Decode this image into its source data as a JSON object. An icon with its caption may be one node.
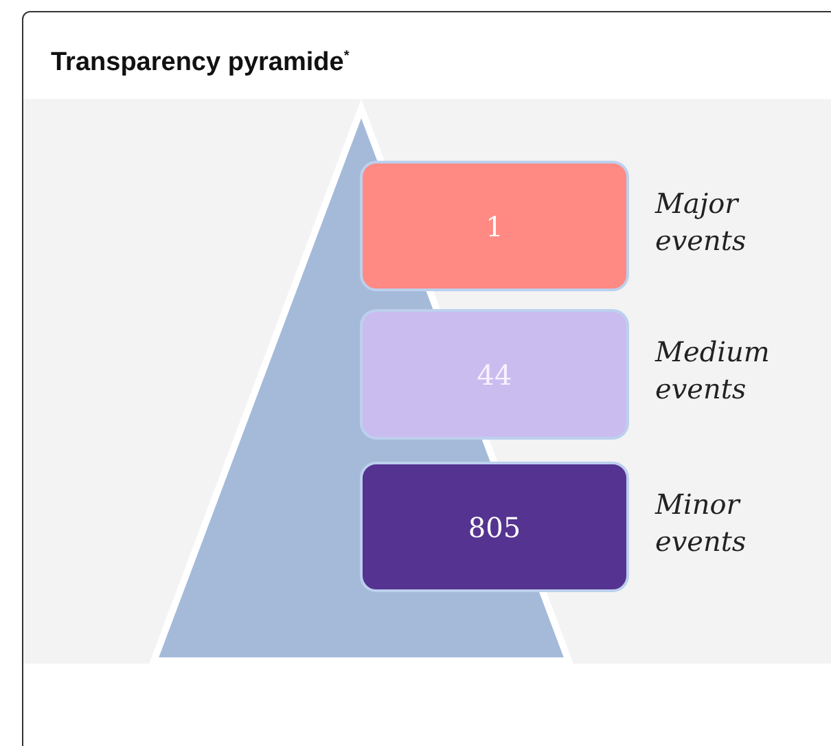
{
  "diagram": {
    "title": "Transparency pyramide$^{*}$",
    "nodes": [
      {
        "text": [
          "1"
        ],
        "beside": [
          "Major events"
        ]
      },
      {
        "text": [
          "44"
        ],
        "beside": [
          "Medium events"
        ]
      },
      {
        "text": [
          "805"
        ],
        "beside": [
          "Minor events"
        ]
      }
    ]
  }
}
